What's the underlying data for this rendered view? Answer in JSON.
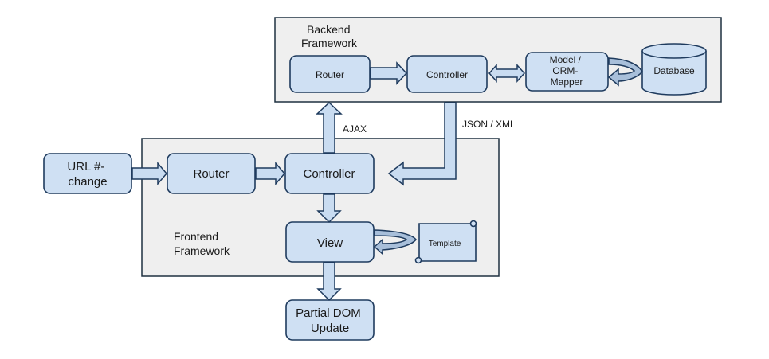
{
  "backend": {
    "title": [
      "Backend",
      "Framework"
    ],
    "router": "Router",
    "controller": "Controller",
    "model": [
      "Model /",
      "ORM-",
      "Mapper"
    ],
    "database": "Database"
  },
  "frontend": {
    "title": [
      "Frontend",
      "Framework"
    ],
    "router": "Router",
    "controller": "Controller",
    "view": "View",
    "template": "Template"
  },
  "external": {
    "url_change": [
      "URL #-",
      "change"
    ],
    "partial_dom": [
      "Partial DOM",
      "Update"
    ]
  },
  "edges": {
    "ajax": "AJAX",
    "json_xml": "JSON / XML"
  }
}
